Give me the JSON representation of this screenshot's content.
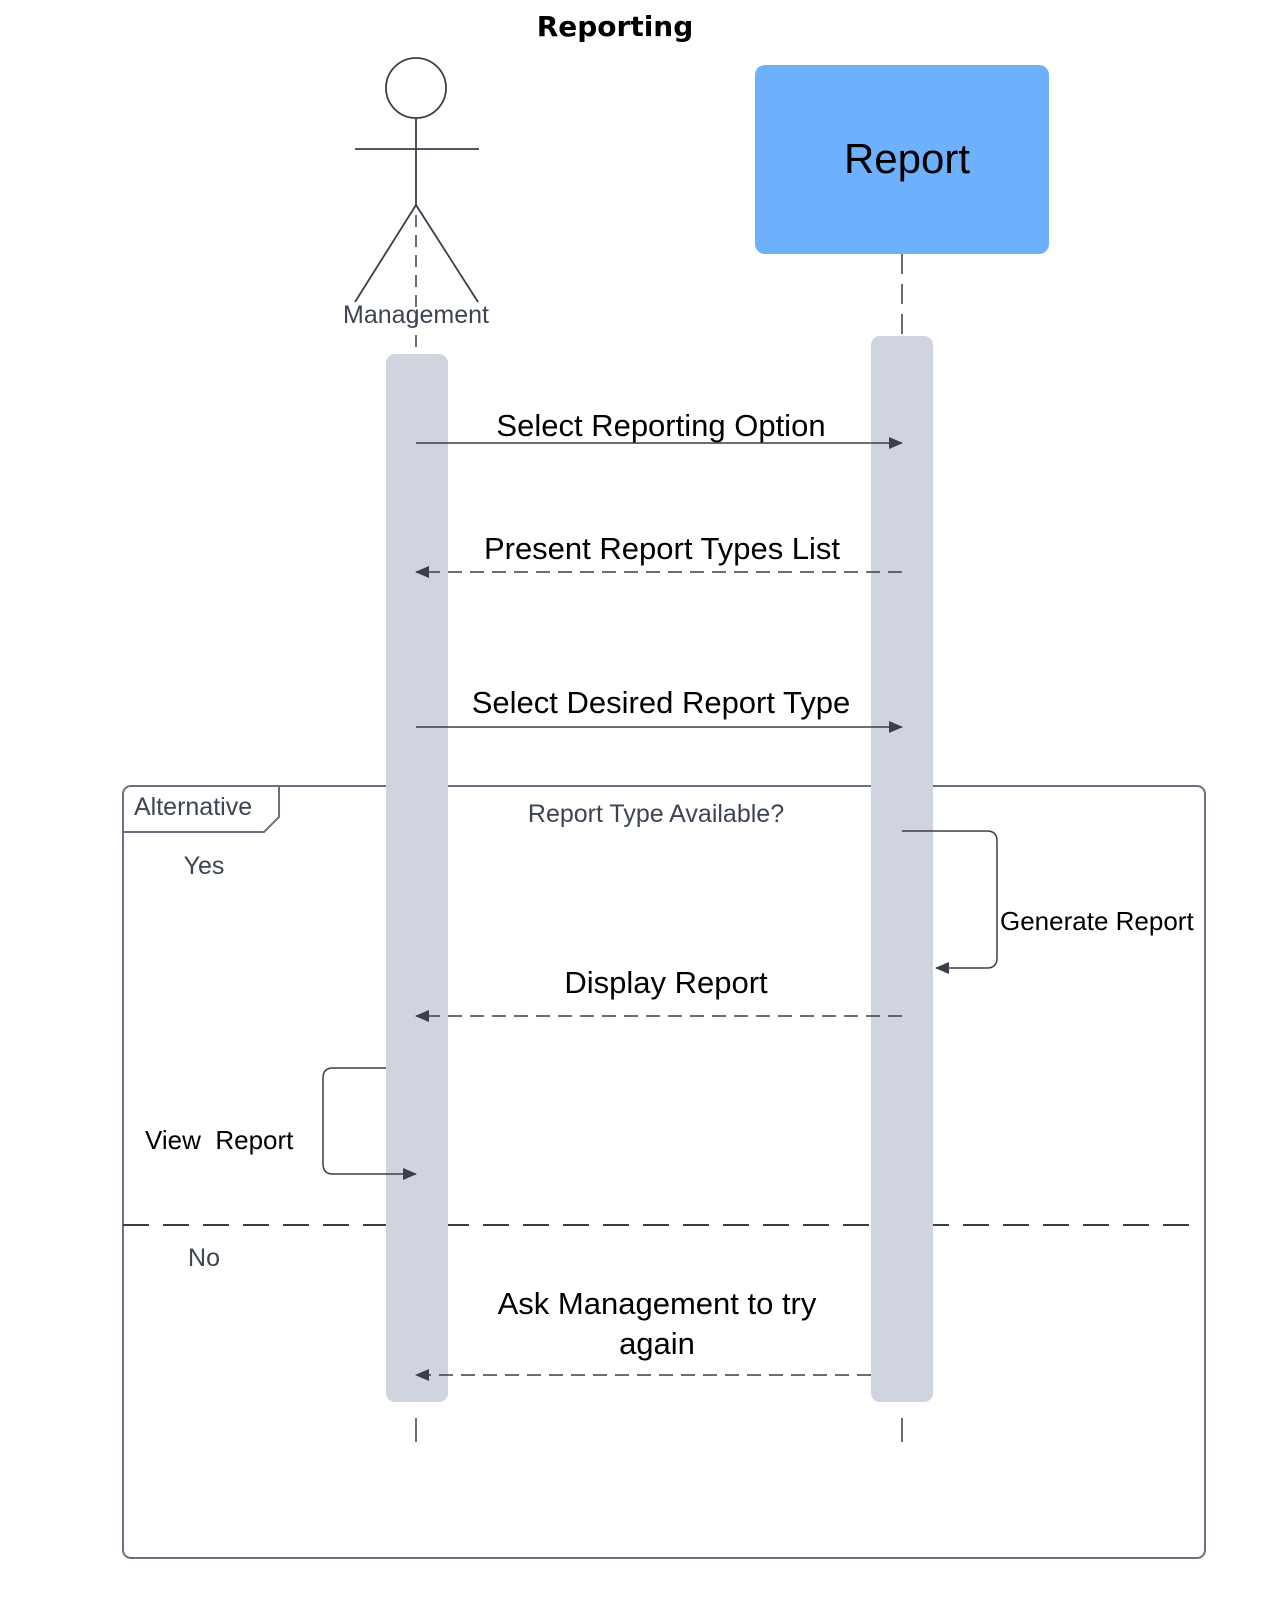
{
  "title": "Reporting",
  "participants": {
    "actor": {
      "label": "Management"
    },
    "system": {
      "label": "Report"
    }
  },
  "messages": {
    "m1": "Select Reporting Option",
    "m2": "Present Report Types List",
    "m3": "Select Desired Report Type",
    "m4": "Generate Report",
    "m5": "Display Report",
    "m6": "View  Report",
    "m7_line1": "Ask Management to try",
    "m7_line2": "again"
  },
  "fragment": {
    "operator": "Alternative",
    "condition": "Report Type Available?",
    "branch_yes": "Yes",
    "branch_no": "No"
  },
  "colors": {
    "system_box": "#6db0fc",
    "activation_bar": "#cfd4de",
    "line": "#3a3f4a",
    "text": "#000000",
    "muted_text": "#3d4452"
  }
}
